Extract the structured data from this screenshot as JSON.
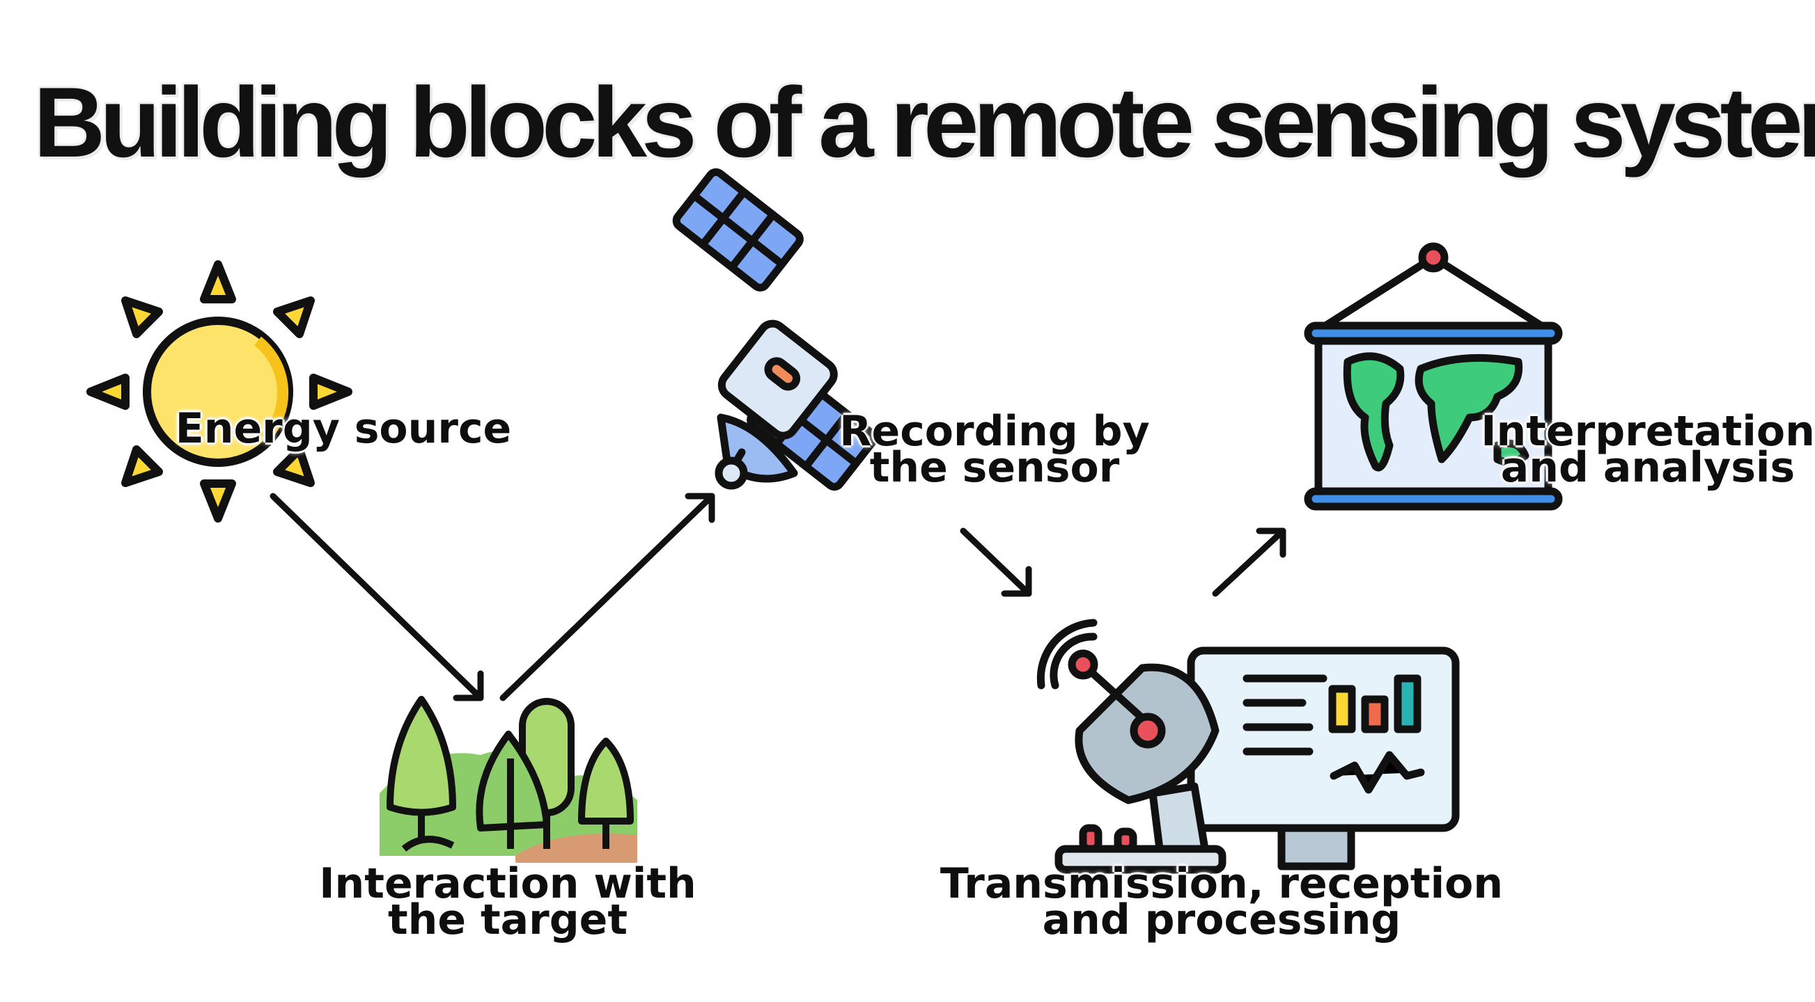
{
  "title": "Building blocks of a remote sensing system",
  "nodes": [
    {
      "id": "energy",
      "lines": [
        "Energy source"
      ],
      "icon": "sun-icon"
    },
    {
      "id": "interaction",
      "lines": [
        "Interaction with",
        "the target"
      ],
      "icon": "forest-icon"
    },
    {
      "id": "recording",
      "lines": [
        "Recording by",
        "the sensor"
      ],
      "icon": "satellite-icon"
    },
    {
      "id": "transmission",
      "lines": [
        "Transmission, reception",
        "and processing"
      ],
      "icon": "ground-station-icon"
    },
    {
      "id": "interpretation",
      "lines": [
        "Interpretation",
        "and analysis"
      ],
      "icon": "world-map-icon"
    }
  ],
  "colors": {
    "sun": "#fde36a",
    "tree": "#a9d86e",
    "solar_panel": "#7da7f4",
    "map_land": "#3ecb7c",
    "map_water": "#e3edfb",
    "accent": "#e8505b"
  }
}
